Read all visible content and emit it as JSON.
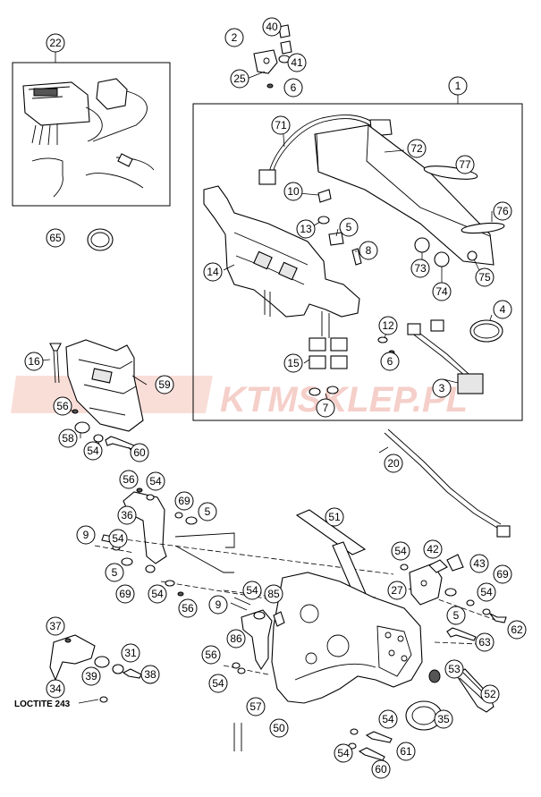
{
  "callouts": [
    "1",
    "2",
    "3",
    "4",
    "5",
    "6",
    "7",
    "8",
    "9",
    "10",
    "12",
    "13",
    "14",
    "15",
    "16",
    "20",
    "22",
    "25",
    "27",
    "31",
    "34",
    "35",
    "36",
    "37",
    "38",
    "39",
    "40",
    "41",
    "42",
    "43",
    "50",
    "51",
    "52",
    "53",
    "54",
    "56",
    "57",
    "58",
    "59",
    "60",
    "61",
    "62",
    "63",
    "65",
    "69",
    "71",
    "72",
    "73",
    "74",
    "75",
    "76",
    "77",
    "85",
    "86"
  ],
  "note": {
    "text": "LOCTITE 243"
  },
  "watermark": {
    "text": "KTMSKLEP.PL",
    "color": "#e8503a"
  }
}
